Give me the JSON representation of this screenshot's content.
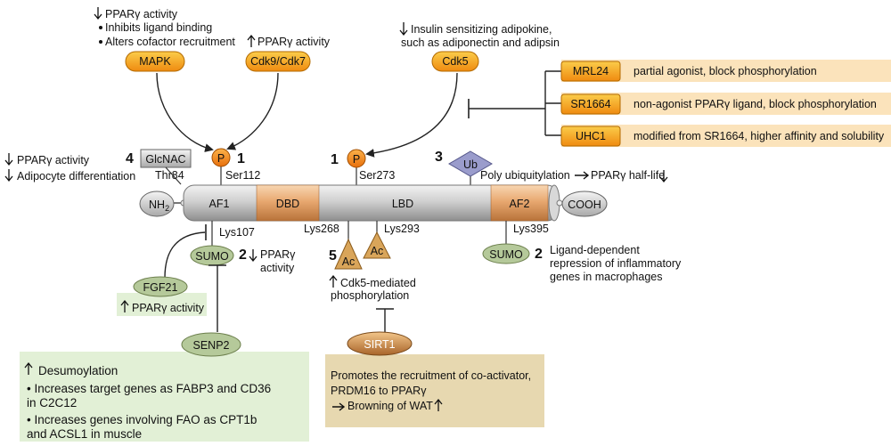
{
  "top_left_note": {
    "title": "PPARγ activity",
    "items": [
      "Inhibits ligand binding",
      "Alters cofactor recruitment"
    ]
  },
  "cdk9_note": "PPARγ activity",
  "cdk5_note": [
    "Insulin sensitizing adipokine,",
    "such as adiponectin and adipsin"
  ],
  "kinases": {
    "mapk": "MAPK",
    "cdk9": "Cdk9/Cdk7",
    "cdk5": "Cdk5"
  },
  "ligands": [
    {
      "name": "MRL24",
      "desc": "partial agonist, block phosphorylation"
    },
    {
      "name": "SR1664",
      "desc": "non-agonist PPARγ ligand, block phosphorylation"
    },
    {
      "name": "UHC1",
      "desc": "modified from SR1664, higher affinity and solubility"
    }
  ],
  "glcnac": {
    "number": "4",
    "label": "GlcNAC",
    "site": "Thr84",
    "effects": [
      "PPARγ activity",
      "Adipocyte differentiation"
    ]
  },
  "phospho": {
    "p_label": "P",
    "ser112": {
      "number": "1",
      "site": "Ser112"
    },
    "ser273": {
      "number": "1",
      "site": "Ser273"
    }
  },
  "ubiq": {
    "number": "3",
    "label": "Ub",
    "text": "Poly ubiquitylation",
    "result": "PPARγ half-life"
  },
  "protein": {
    "nh2": "NH",
    "nh2_sub": "2",
    "af1": "AF1",
    "dbd": "DBD",
    "lbd": "LBD",
    "af2": "AF2",
    "cooh": "COOH"
  },
  "sumo_left": {
    "site": "Lys107",
    "label": "SUMO",
    "number": "2",
    "effect": [
      "PPARγ",
      "activity"
    ]
  },
  "fgf21": {
    "label": "FGF21",
    "effect": "PPARγ activity"
  },
  "senp2": {
    "label": "SENP2",
    "lines": [
      "Desumoylation",
      "• Increases target genes as FABP3 and CD36",
      "in C2C12",
      "• Increases genes involving FAO as CPT1b",
      "and ACSL1  in muscle"
    ]
  },
  "acetyl": {
    "number": "5",
    "label": "Ac",
    "sites": [
      "Lys268",
      "Lys293"
    ],
    "effect": [
      "Cdk5-mediated",
      "phosphorylation"
    ]
  },
  "sirt1": {
    "label": "SIRT1",
    "lines": [
      "Promotes the recruitment of co-activator,",
      "PRDM16 to PPARγ",
      "Browning of WAT"
    ]
  },
  "sumo_right": {
    "site": "Lys395",
    "label": "SUMO",
    "number": "2",
    "effect": [
      "Ligand-dependent",
      "repression of inflammatory",
      "genes in macrophages"
    ]
  },
  "colors": {
    "orange": "#f7a21b",
    "peach_bg": "#fbe3bb",
    "green_bg": "#e2f0d6",
    "tan_bg": "#e7d8b0",
    "olive": "#b5c99a",
    "protein": "#c9c9c9",
    "dbd": "#eab07a",
    "ub": "#9a9ccc",
    "ac": "#d9a55a"
  }
}
